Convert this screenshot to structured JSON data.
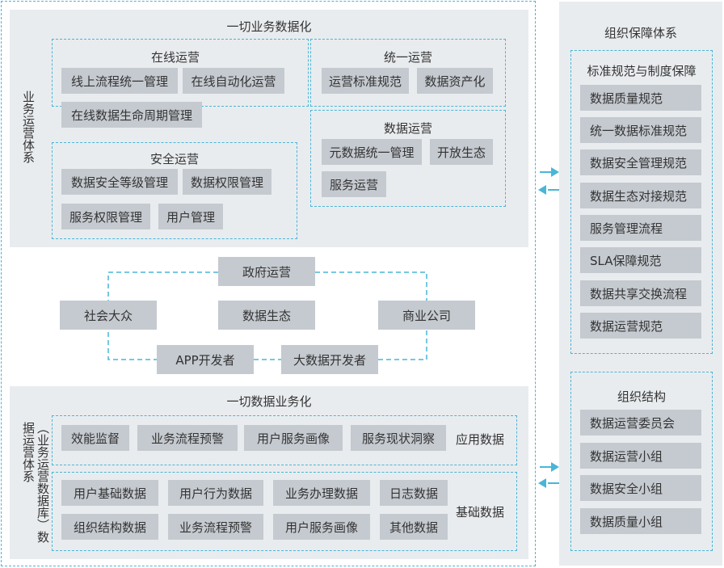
{
  "colors": {
    "dash": "#49b6d6",
    "panel": "#e9ecef",
    "chip": "#c5cad0",
    "arrow": "#49b6d6"
  },
  "business": {
    "title": "一切业务数据化",
    "side_label": "业务运营体系",
    "online": {
      "title": "在线运营",
      "items": [
        "线上流程统一管理",
        "在线自动化运营",
        "在线数据生命周期管理"
      ]
    },
    "unified": {
      "title": "统一运营",
      "items": [
        "运营标准规范",
        "数据资产化"
      ]
    },
    "security": {
      "title": "安全运营",
      "items": [
        "数据安全等级管理",
        "数据权限管理",
        "服务权限管理",
        "用户管理"
      ]
    },
    "data_ops": {
      "title": "数据运营",
      "items": [
        "元数据统一管理",
        "开放生态",
        "服务运营"
      ]
    }
  },
  "ecosystem": {
    "items": [
      "政府运营",
      "社会大众",
      "数据生态",
      "商业公司",
      "APP开发者",
      "大数据开发者"
    ]
  },
  "data": {
    "title": "一切数据业务化",
    "side_label": "（业务运营数据库）数据运营体系",
    "app": {
      "label": "应用数据",
      "items": [
        "效能监督",
        "业务流程预警",
        "用户服务画像",
        "服务现状洞察"
      ]
    },
    "base": {
      "label": "基础数据",
      "items": [
        "用户基础数据",
        "用户行为数据",
        "业务办理数据",
        "日志数据",
        "组织结构数据",
        "业务流程预警",
        "用户服务画像",
        "其他数据"
      ]
    }
  },
  "guarantee": {
    "title": "组织保障体系",
    "standards": {
      "title": "标准规范与制度保障",
      "items": [
        "数据质量规范",
        "统一数据标准规范",
        "数据安全管理规范",
        "数据生态对接规范",
        "服务管理流程",
        "SLA保障规范",
        "数据共享交换流程",
        "数据运营规范"
      ]
    },
    "org": {
      "title": "组织结构",
      "items": [
        "数据运营委员会",
        "数据运营小组",
        "数据安全小组",
        "数据质量小组"
      ]
    }
  }
}
